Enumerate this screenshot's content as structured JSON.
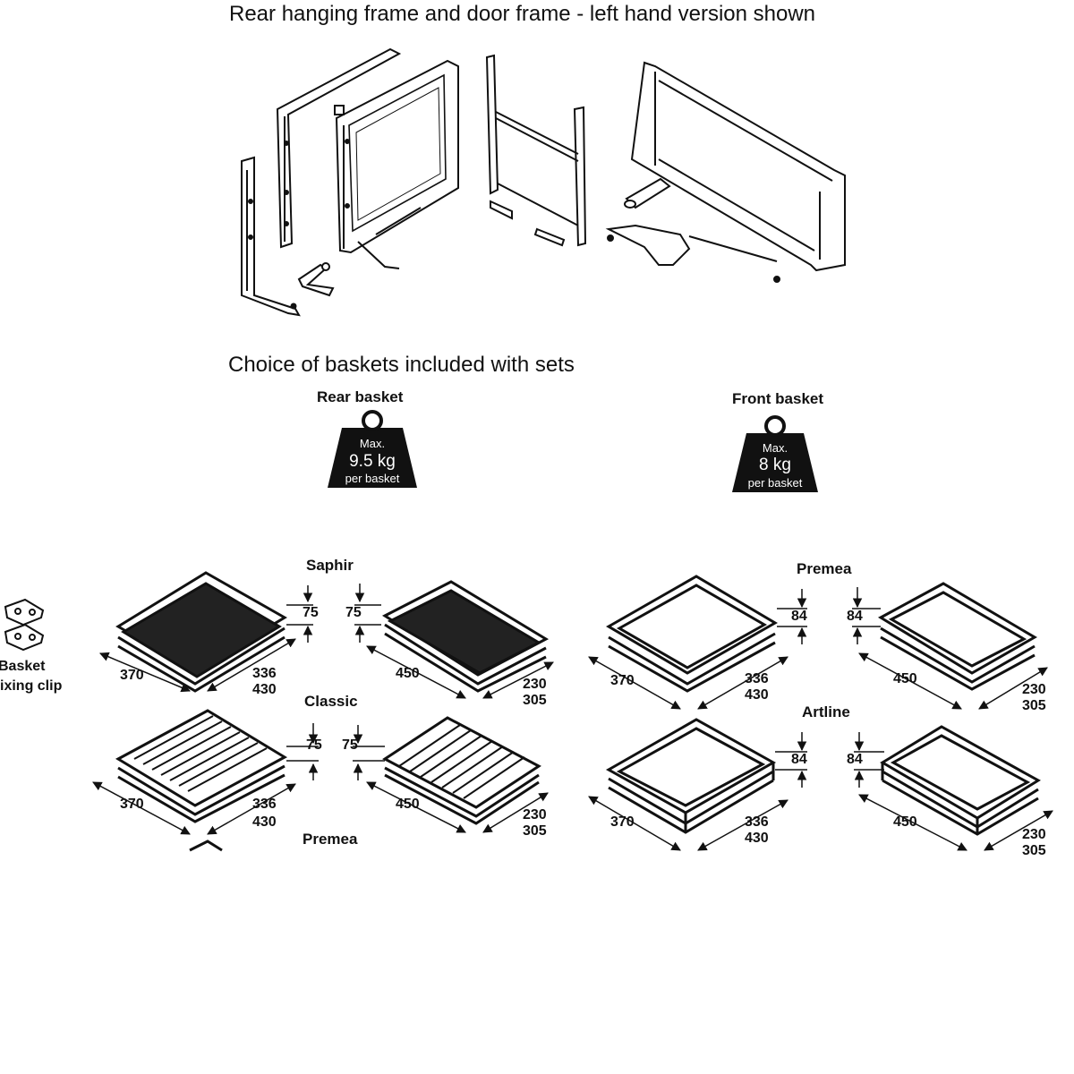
{
  "headings": {
    "hanging_frame": "Rear hanging frame and door frame - left hand version shown",
    "baskets_choice": "Choice of baskets included with sets"
  },
  "rear_basket": {
    "title": "Rear basket",
    "line1": "Max.",
    "line2": "9.5 kg",
    "line3": "per basket"
  },
  "front_basket": {
    "title": "Front basket",
    "line1": "Max.",
    "line2": "8 kg",
    "line3": "per basket"
  },
  "fixing_clip": {
    "line1": "Basket",
    "line2": "ixing clip"
  },
  "series_labels": {
    "saphir": "Saphir",
    "classic": "Classic",
    "premea_left": "Premea",
    "premea_right": "Premea",
    "artline": "Artline"
  },
  "dimensions": {
    "saphir_a_height": "75",
    "saphir_a_width": "370",
    "saphir_a_depth1": "336",
    "saphir_a_depth2": "430",
    "saphir_b_height": "75",
    "saphir_b_width": "450",
    "saphir_b_depth1": "230",
    "saphir_b_depth2": "305",
    "classic_a_height": "75",
    "classic_a_width": "370",
    "classic_a_depth1": "336",
    "classic_a_depth2": "430",
    "classic_b_height": "75",
    "classic_b_width": "450",
    "classic_b_depth1": "230",
    "classic_b_depth2": "305",
    "premea_a_height": "84",
    "premea_a_width": "370",
    "premea_a_depth1": "336",
    "premea_a_depth2": "430",
    "premea_b_height": "84",
    "premea_b_width": "450",
    "premea_b_depth1": "230",
    "premea_b_depth2": "305",
    "artline_a_height": "84",
    "artline_a_width": "370",
    "artline_a_depth1": "336",
    "artline_a_depth2": "430",
    "artline_b_height": "84",
    "artline_b_width": "450",
    "artline_b_depth1": "230",
    "artline_b_depth2": "305"
  }
}
